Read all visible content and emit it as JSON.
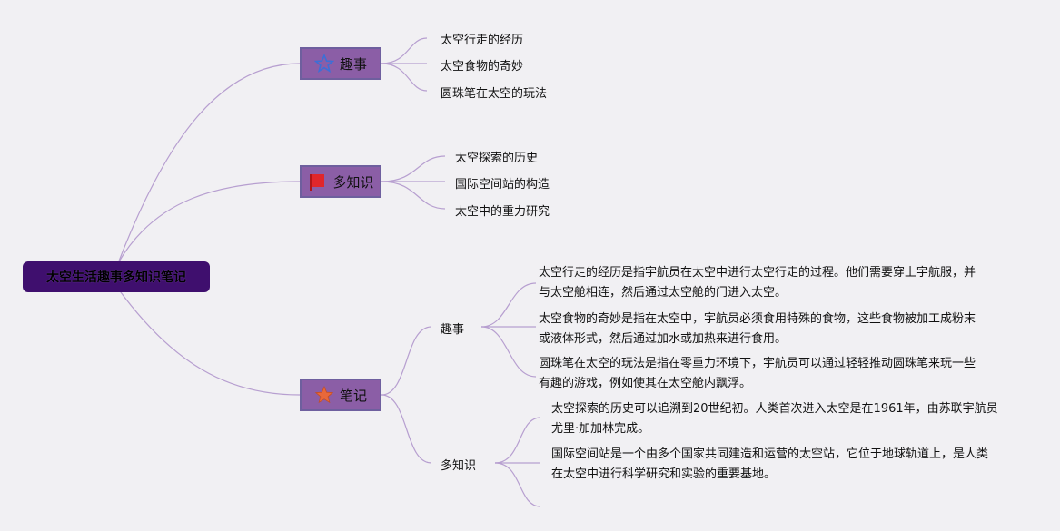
{
  "root": {
    "label": "太空生活趣事多知识笔记"
  },
  "branches": {
    "fun": {
      "label": "趣事",
      "icon": "star-outline-icon",
      "items": [
        "太空行走的经历",
        "太空食物的奇妙",
        "圆珠笔在太空的玩法"
      ]
    },
    "knowledge": {
      "label": "多知识",
      "icon": "red-flag-icon",
      "items": [
        "太空探索的历史",
        "国际空间站的构造",
        "太空中的重力研究"
      ]
    },
    "notes": {
      "label": "笔记",
      "icon": "orange-star-icon",
      "fun": {
        "label": "趣事",
        "paras": [
          "太空行走的经历是指宇航员在太空中进行太空行走的过程。他们需要穿上宇航服，并与太空舱相连，然后通过太空舱的门进入太空。",
          "太空食物的奇妙是指在太空中，宇航员必须食用特殊的食物，这些食物被加工成粉末或液体形式，然后通过加水或加热来进行食用。",
          "圆珠笔在太空的玩法是指在零重力环境下，宇航员可以通过轻轻推动圆珠笔来玩一些有趣的游戏，例如使其在太空舱内飘浮。"
        ]
      },
      "knowledge": {
        "label": "多知识",
        "paras": [
          "太空探索的历史可以追溯到20世纪初。人类首次进入太空是在1961年，由苏联宇航员尤里·加加林完成。",
          "国际空间站是一个由多个国家共同建造和运营的太空站，它位于地球轨道上，是人类在太空中进行科学研究和实验的重要基地。"
        ]
      }
    }
  },
  "colors": {
    "background": "#f1f0f3",
    "root_fill": "#3f0f6e",
    "branch_fill": "#8b5ea6",
    "branch_border": "#6e5f9e",
    "connector": "#b79fd0",
    "star_outline": "#3d6fd6",
    "flag": "#e0262b",
    "orange_star": "#e8683a"
  }
}
